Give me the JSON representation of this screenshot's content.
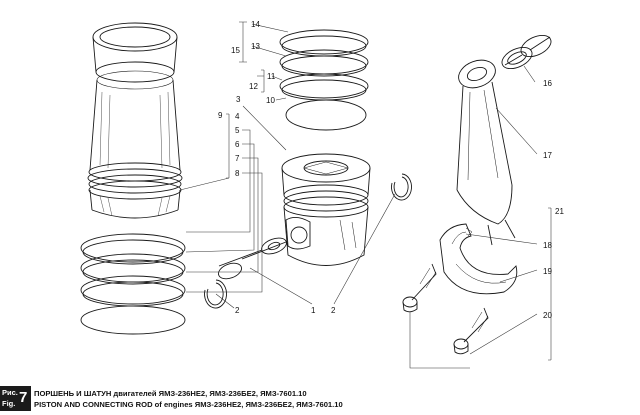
{
  "callouts": {
    "c1": "1",
    "c2a": "2",
    "c2b": "2",
    "c3": "3",
    "c4": "4",
    "c5": "5",
    "c6": "6",
    "c7": "7",
    "c8": "8",
    "c9": "9",
    "c10": "10",
    "c11": "11",
    "c12": "12",
    "c13": "13",
    "c14": "14",
    "c15": "15",
    "c16": "16",
    "c17": "17",
    "c18": "18",
    "c19": "19",
    "c20": "20",
    "c21": "21"
  },
  "caption": {
    "fig_label_ru": "Рис.",
    "fig_label_en": "Fig.",
    "fig_number": "7",
    "title_ru": "ПОРШЕНЬ И ШАТУН двигателей ЯМЗ-236НЕ2, ЯМЗ-236БЕ2, ЯМЗ-7601.10",
    "title_en": "PISTON AND CONNECTING ROD of engines ЯМЗ-236НЕ2, ЯМЗ-236БЕ2, ЯМЗ-7601.10"
  }
}
